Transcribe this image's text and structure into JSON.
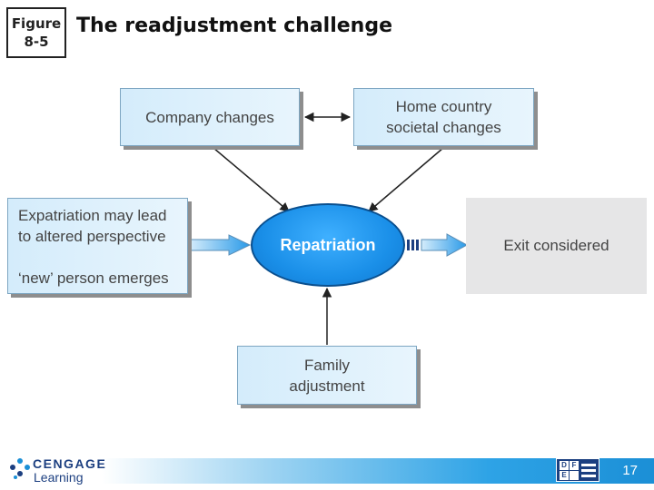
{
  "figure_badge": {
    "line1": "Figure",
    "line2": "8-5"
  },
  "title": "The readjustment challenge",
  "nodes": {
    "company_changes": "Company changes",
    "home_country": {
      "line1": "Home country",
      "line2": "societal changes"
    },
    "expatriation": {
      "line1": "Expatriation may lead",
      "line2": "to altered perspective",
      "line3": "‘new’ person emerges"
    },
    "repatriation": "Repatriation",
    "exit": "Exit considered",
    "family": {
      "line1": "Family",
      "line2": "adjustment"
    }
  },
  "footer": {
    "publisher_line1": "CENGAGE",
    "publisher_line2": "Learning",
    "page_number": "17",
    "colors": {
      "bar_start": "#9fd4f2",
      "bar_end": "#1b8fd6",
      "brand": "#1c3f80"
    }
  },
  "colors": {
    "box_fill": "#d4ecfb",
    "box_border": "#7da6c2",
    "ellipse_fill": "#1a8fe8",
    "exit_fill": "#e6e6e7"
  }
}
